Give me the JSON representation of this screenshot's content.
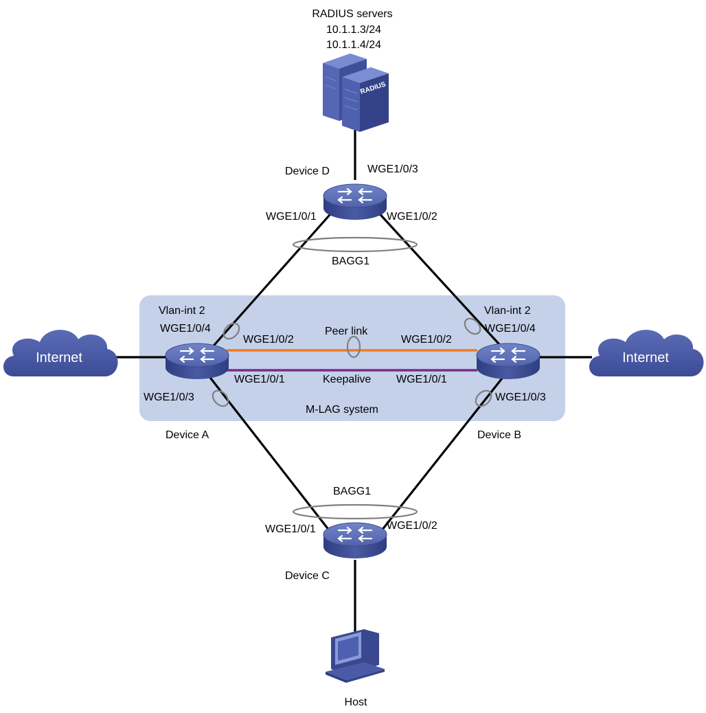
{
  "servers": {
    "title": "RADIUS servers",
    "ips": [
      "10.1.1.3/24",
      "10.1.1.4/24"
    ],
    "logo": "RADIUS",
    "icon": "server-icon"
  },
  "devices": {
    "d": {
      "name": "Device D",
      "ports": {
        "p3": "WGE1/0/3",
        "p1": "WGE1/0/1",
        "p2": "WGE1/0/2"
      },
      "aggregation": "BAGG1"
    },
    "a": {
      "name": "Device A",
      "vlan": "Vlan-int 2",
      "ports": {
        "p4": "WGE1/0/4",
        "p2": "WGE1/0/2",
        "p1": "WGE1/0/1",
        "p3": "WGE1/0/3"
      }
    },
    "b": {
      "name": "Device B",
      "vlan": "Vlan-int 2",
      "ports": {
        "p4": "WGE1/0/4",
        "p2": "WGE1/0/2",
        "p1": "WGE1/0/1",
        "p3": "WGE1/0/3"
      }
    },
    "c": {
      "name": "Device C",
      "ports": {
        "p1": "WGE1/0/1",
        "p2": "WGE1/0/2"
      },
      "aggregation": "BAGG1"
    }
  },
  "mlag": {
    "label": "M-LAG system",
    "peer_link": "Peer link",
    "keepalive": "Keepalive",
    "fill": "#c5d1e9",
    "peer_link_color": "#f07a1e",
    "keepalive_color": "#7b2a8c"
  },
  "clouds": {
    "left": "Internet",
    "right": "Internet",
    "color": "#4a5aa6"
  },
  "host": {
    "label": "Host",
    "icon": "computer-icon"
  },
  "colors": {
    "switch_top": "#5c6fb6",
    "switch_side": "#3a4a8e",
    "link": "#000000"
  }
}
